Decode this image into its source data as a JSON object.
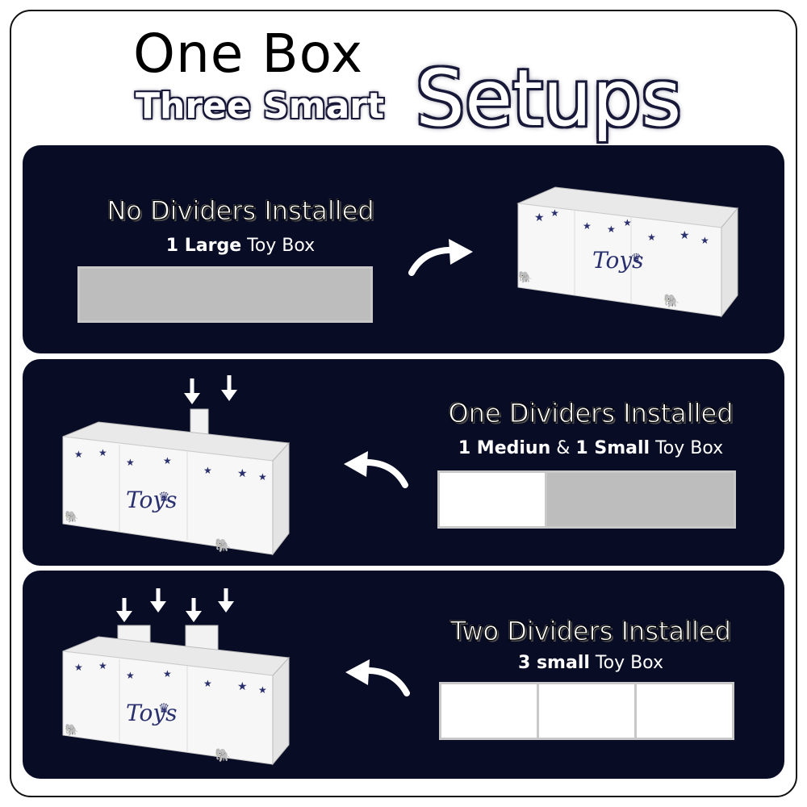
{
  "title": {
    "line1": "One Box",
    "line2": "Three Smart",
    "big": "Setups"
  },
  "sections": [
    {
      "heading": "No Dividers Installed",
      "sub_bold": "1 Large",
      "sub_rest": " Toy Box",
      "segments": [
        "gray"
      ]
    },
    {
      "heading": "One Dividers Installed",
      "sub_bold1": "1 Mediun",
      "sub_mid": " & ",
      "sub_bold2": "1 Small",
      "sub_rest": " Toy Box",
      "segments": [
        "white",
        "gray"
      ]
    },
    {
      "heading": "Two Dividers Installed",
      "sub_bold": "3 small",
      "sub_rest": " Toy Box",
      "segments": [
        "white",
        "white",
        "white"
      ]
    }
  ],
  "box_label": "Toys",
  "colors": {
    "panel": "#080c24",
    "accent": "#2a2f6e",
    "bar_gray": "#bdbdbd"
  }
}
